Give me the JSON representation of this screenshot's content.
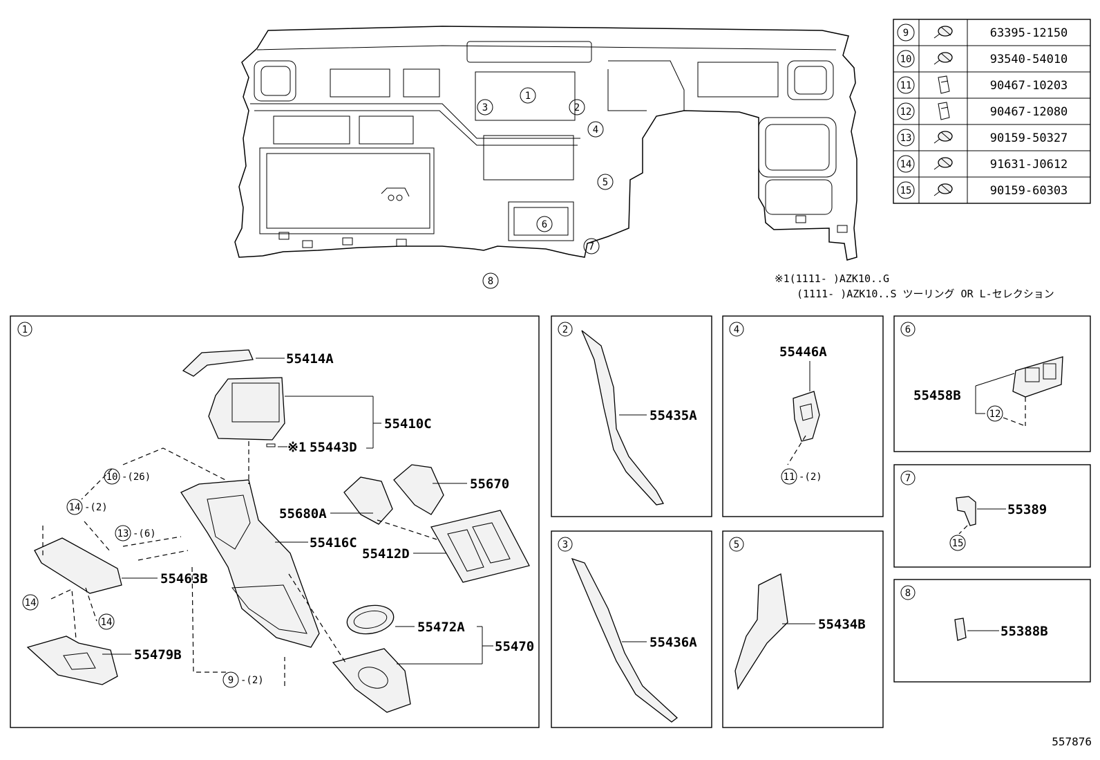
{
  "fastener_table": [
    {
      "ref": "9",
      "icon": "screw-icon",
      "part": "63395-12150"
    },
    {
      "ref": "10",
      "icon": "screw-icon",
      "part": "93540-54010"
    },
    {
      "ref": "11",
      "icon": "clip-icon",
      "part": "90467-10203"
    },
    {
      "ref": "12",
      "icon": "clip-icon",
      "part": "90467-12080"
    },
    {
      "ref": "13",
      "icon": "bolt-icon",
      "part": "90159-50327"
    },
    {
      "ref": "14",
      "icon": "bolt-icon",
      "part": "91631-J0612"
    },
    {
      "ref": "15",
      "icon": "bolt-icon",
      "part": "90159-60303"
    }
  ],
  "overview_callouts": [
    "1",
    "2",
    "3",
    "4",
    "5",
    "6",
    "7",
    "8"
  ],
  "notes": {
    "line1": "※1(1111-      )AZK10..G",
    "line2": "(1111-      )AZK10..S ツーリング OR L-セレクション"
  },
  "panels": {
    "p1": {
      "ref": "1",
      "parts": {
        "a": "55414A",
        "b": "55410C",
        "c_mark": "※1",
        "c": "55443D",
        "d": "55670",
        "e": "55680A",
        "f": "55416C",
        "g": "55412D",
        "h": "55463B",
        "i": "55472A",
        "j": "55470",
        "k": "55479B"
      },
      "fasteners": {
        "f10": "10",
        "q10": "-(26)",
        "f14a": "14",
        "q14a": "-(2)",
        "f13": "13",
        "q13": "-(6)",
        "f14b": "14",
        "f14c": "14",
        "f9": "9",
        "q9": "-(2)"
      }
    },
    "p2": {
      "ref": "2",
      "part": "55435A"
    },
    "p3": {
      "ref": "3",
      "part": "55436A"
    },
    "p4": {
      "ref": "4",
      "part": "55446A",
      "fastener": "11",
      "qty": "-(2)"
    },
    "p5": {
      "ref": "5",
      "part": "55434B"
    },
    "p6": {
      "ref": "6",
      "part": "55458B",
      "fastener": "12"
    },
    "p7": {
      "ref": "7",
      "part": "55389",
      "fastener": "15"
    },
    "p8": {
      "ref": "8",
      "part": "55388B"
    }
  },
  "diagram_code": "557876"
}
